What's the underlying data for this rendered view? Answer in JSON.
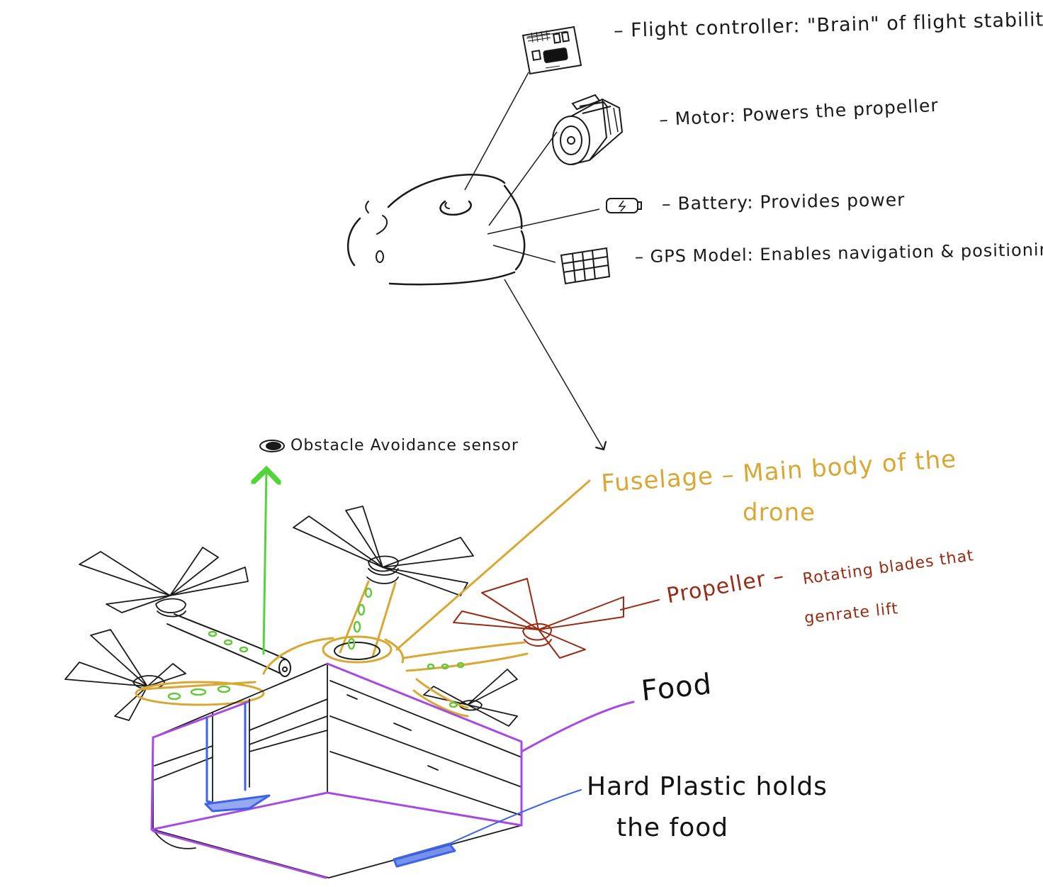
{
  "colors": {
    "ink": "#1a1a1a",
    "fuselage": "#d9a733",
    "propeller": "#9a2a12",
    "sensor_arrow": "#52d43a",
    "food_outline": "#a64ae0",
    "plastic": "#3d63e6",
    "sensor_dots": "#64c83a"
  },
  "labels": {
    "flight_controller": "– Flight controller: \"Brain\" of flight stability",
    "motor": "– Motor: Powers the propeller",
    "battery": "– Battery: Provides power",
    "gps": "– GPS Model: Enables navigation & positioning",
    "obstacle_sensor": "Obstacle Avoidance sensor",
    "fuselage_line1": "Fuselage – Main body of the",
    "fuselage_line2": "drone",
    "propeller_title": "Propeller –",
    "propeller_desc_line1": "Rotating blades that",
    "propeller_desc_line2": "genrate lift",
    "food": "Food",
    "hard_plastic_line1": "Hard Plastic holds",
    "hard_plastic_line2": "the food"
  },
  "icons": [
    "circuit-board-icon",
    "motor-icon",
    "battery-icon",
    "gps-module-icon",
    "sensor-eye-icon"
  ]
}
